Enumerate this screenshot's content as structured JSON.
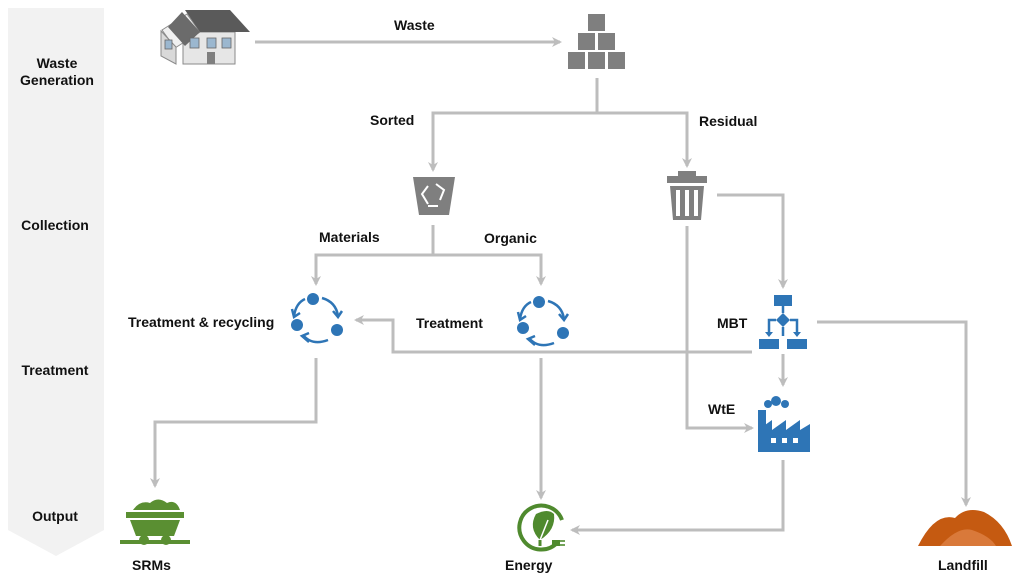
{
  "stages": [
    "Waste Generation",
    "Collection",
    "Treatment",
    "Output"
  ],
  "edge_labels": {
    "waste": "Waste",
    "sorted": "Sorted",
    "residual": "Residual",
    "materials": "Materials",
    "organic": "Organic",
    "wte": "WtE"
  },
  "nodes": {
    "treatment_recycling": "Treatment & recycling",
    "treatment": "Treatment",
    "mbt": "MBT",
    "srms": "SRMs",
    "energy": "Energy",
    "landfill": "Landfill"
  },
  "icons": {
    "house": "house-icon",
    "boxes": "boxes-icon",
    "recycle_bin": "recycle-bin-icon",
    "trash_bin": "trash-bin-icon",
    "recycle_cycle": "cycle-icon",
    "organic_cycle": "cycle-icon",
    "mbt": "flowchart-icon",
    "wte": "factory-icon",
    "srms": "mine-cart-icon",
    "energy": "leaf-plug-icon",
    "landfill": "landfill-mound-icon"
  },
  "colors": {
    "arrow": "#bdbdbd",
    "icon_gray": "#7a7a7a",
    "icon_blue": "#2e75b6",
    "srms_green": "#5a8f32",
    "energy_green": "#4f8a2e",
    "landfill_orange": "#c55a11",
    "stage_band": "#f2f2f2"
  }
}
